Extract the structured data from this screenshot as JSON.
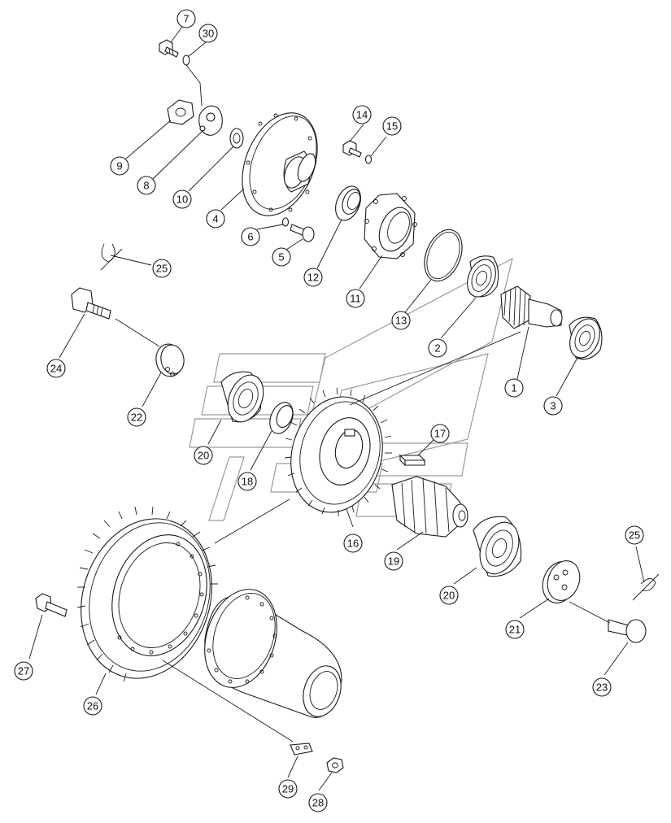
{
  "callouts": [
    {
      "id": "c1",
      "label": "1"
    },
    {
      "id": "c2",
      "label": "2"
    },
    {
      "id": "c3",
      "label": "3"
    },
    {
      "id": "c4",
      "label": "4"
    },
    {
      "id": "c5",
      "label": "5"
    },
    {
      "id": "c6",
      "label": "6"
    },
    {
      "id": "c7",
      "label": "7"
    },
    {
      "id": "c8",
      "label": "8"
    },
    {
      "id": "c9",
      "label": "9"
    },
    {
      "id": "c10",
      "label": "10"
    },
    {
      "id": "c11",
      "label": "11"
    },
    {
      "id": "c12",
      "label": "12"
    },
    {
      "id": "c13",
      "label": "13"
    },
    {
      "id": "c14",
      "label": "14"
    },
    {
      "id": "c15",
      "label": "15"
    },
    {
      "id": "c16",
      "label": "16"
    },
    {
      "id": "c17",
      "label": "17"
    },
    {
      "id": "c18",
      "label": "18"
    },
    {
      "id": "c19",
      "label": "19"
    },
    {
      "id": "c20a",
      "label": "20"
    },
    {
      "id": "c20b",
      "label": "20"
    },
    {
      "id": "c21",
      "label": "21"
    },
    {
      "id": "c22",
      "label": "22"
    },
    {
      "id": "c23",
      "label": "23"
    },
    {
      "id": "c24",
      "label": "24"
    },
    {
      "id": "c25a",
      "label": "25"
    },
    {
      "id": "c25b",
      "label": "25"
    },
    {
      "id": "c26",
      "label": "26"
    },
    {
      "id": "c27",
      "label": "27"
    },
    {
      "id": "c28",
      "label": "28"
    },
    {
      "id": "c29",
      "label": "29"
    },
    {
      "id": "c30",
      "label": "30"
    }
  ]
}
